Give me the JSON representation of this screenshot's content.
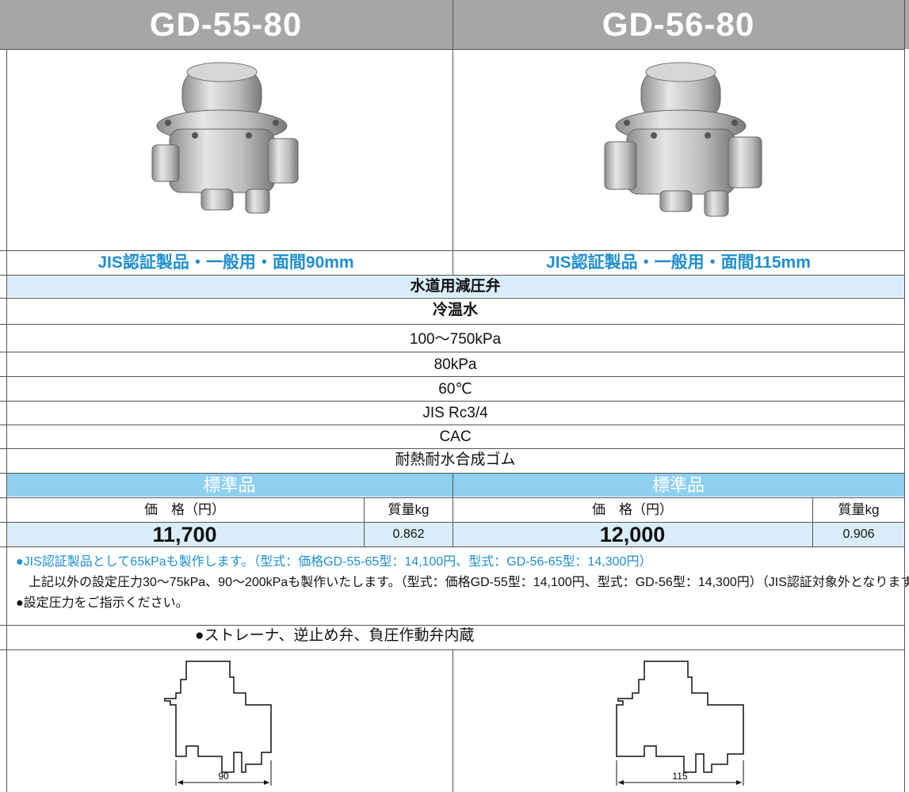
{
  "models": [
    {
      "name": "GD-55-80",
      "subtitle": "JIS認証製品・一般用・面間90mm",
      "standard_label": "標準品",
      "price_header": "価　格（円）",
      "weight_header": "質量kg",
      "price": "11,700",
      "weight": "0.862",
      "dimension": "90"
    },
    {
      "name": "GD-56-80",
      "subtitle": "JIS認証製品・一般用・面間115mm",
      "standard_label": "標準品",
      "price_header": "価　格（円）",
      "weight_header": "質量kg",
      "price": "12,000",
      "weight": "0.906",
      "dimension": "115"
    }
  ],
  "specs": {
    "type": "水道用減圧弁",
    "fluid": "冷温水",
    "inlet_pressure": "100〜750kPa",
    "set_pressure": "80kPa",
    "temperature": "60℃",
    "connection": "JIS Rc3/4",
    "body_material": "CAC",
    "seal_material": "耐熱耐水合成ゴム"
  },
  "notes": {
    "line1": "●JIS認証製品として65kPaも製作します。（型式：価格GD-55-65型：14,100円、型式：GD-56-65型：14,300円）",
    "line2": "上記以外の設定圧力30〜75kPa、90〜200kPaも製作いたします。（型式：価格GD-55型：14,100円、型式：GD-56型：14,300円）（JIS認証対象外となります）",
    "line3": "●設定圧力をご指示ください。"
  },
  "feature": "●ストレーナ、逆止め弁、負圧作動弁内蔵",
  "colors": {
    "header_gray": "#a6a6a6",
    "accent_blue": "#1e8fcf",
    "band_light": "#d9eefa",
    "band_standard": "#8fcff0"
  }
}
